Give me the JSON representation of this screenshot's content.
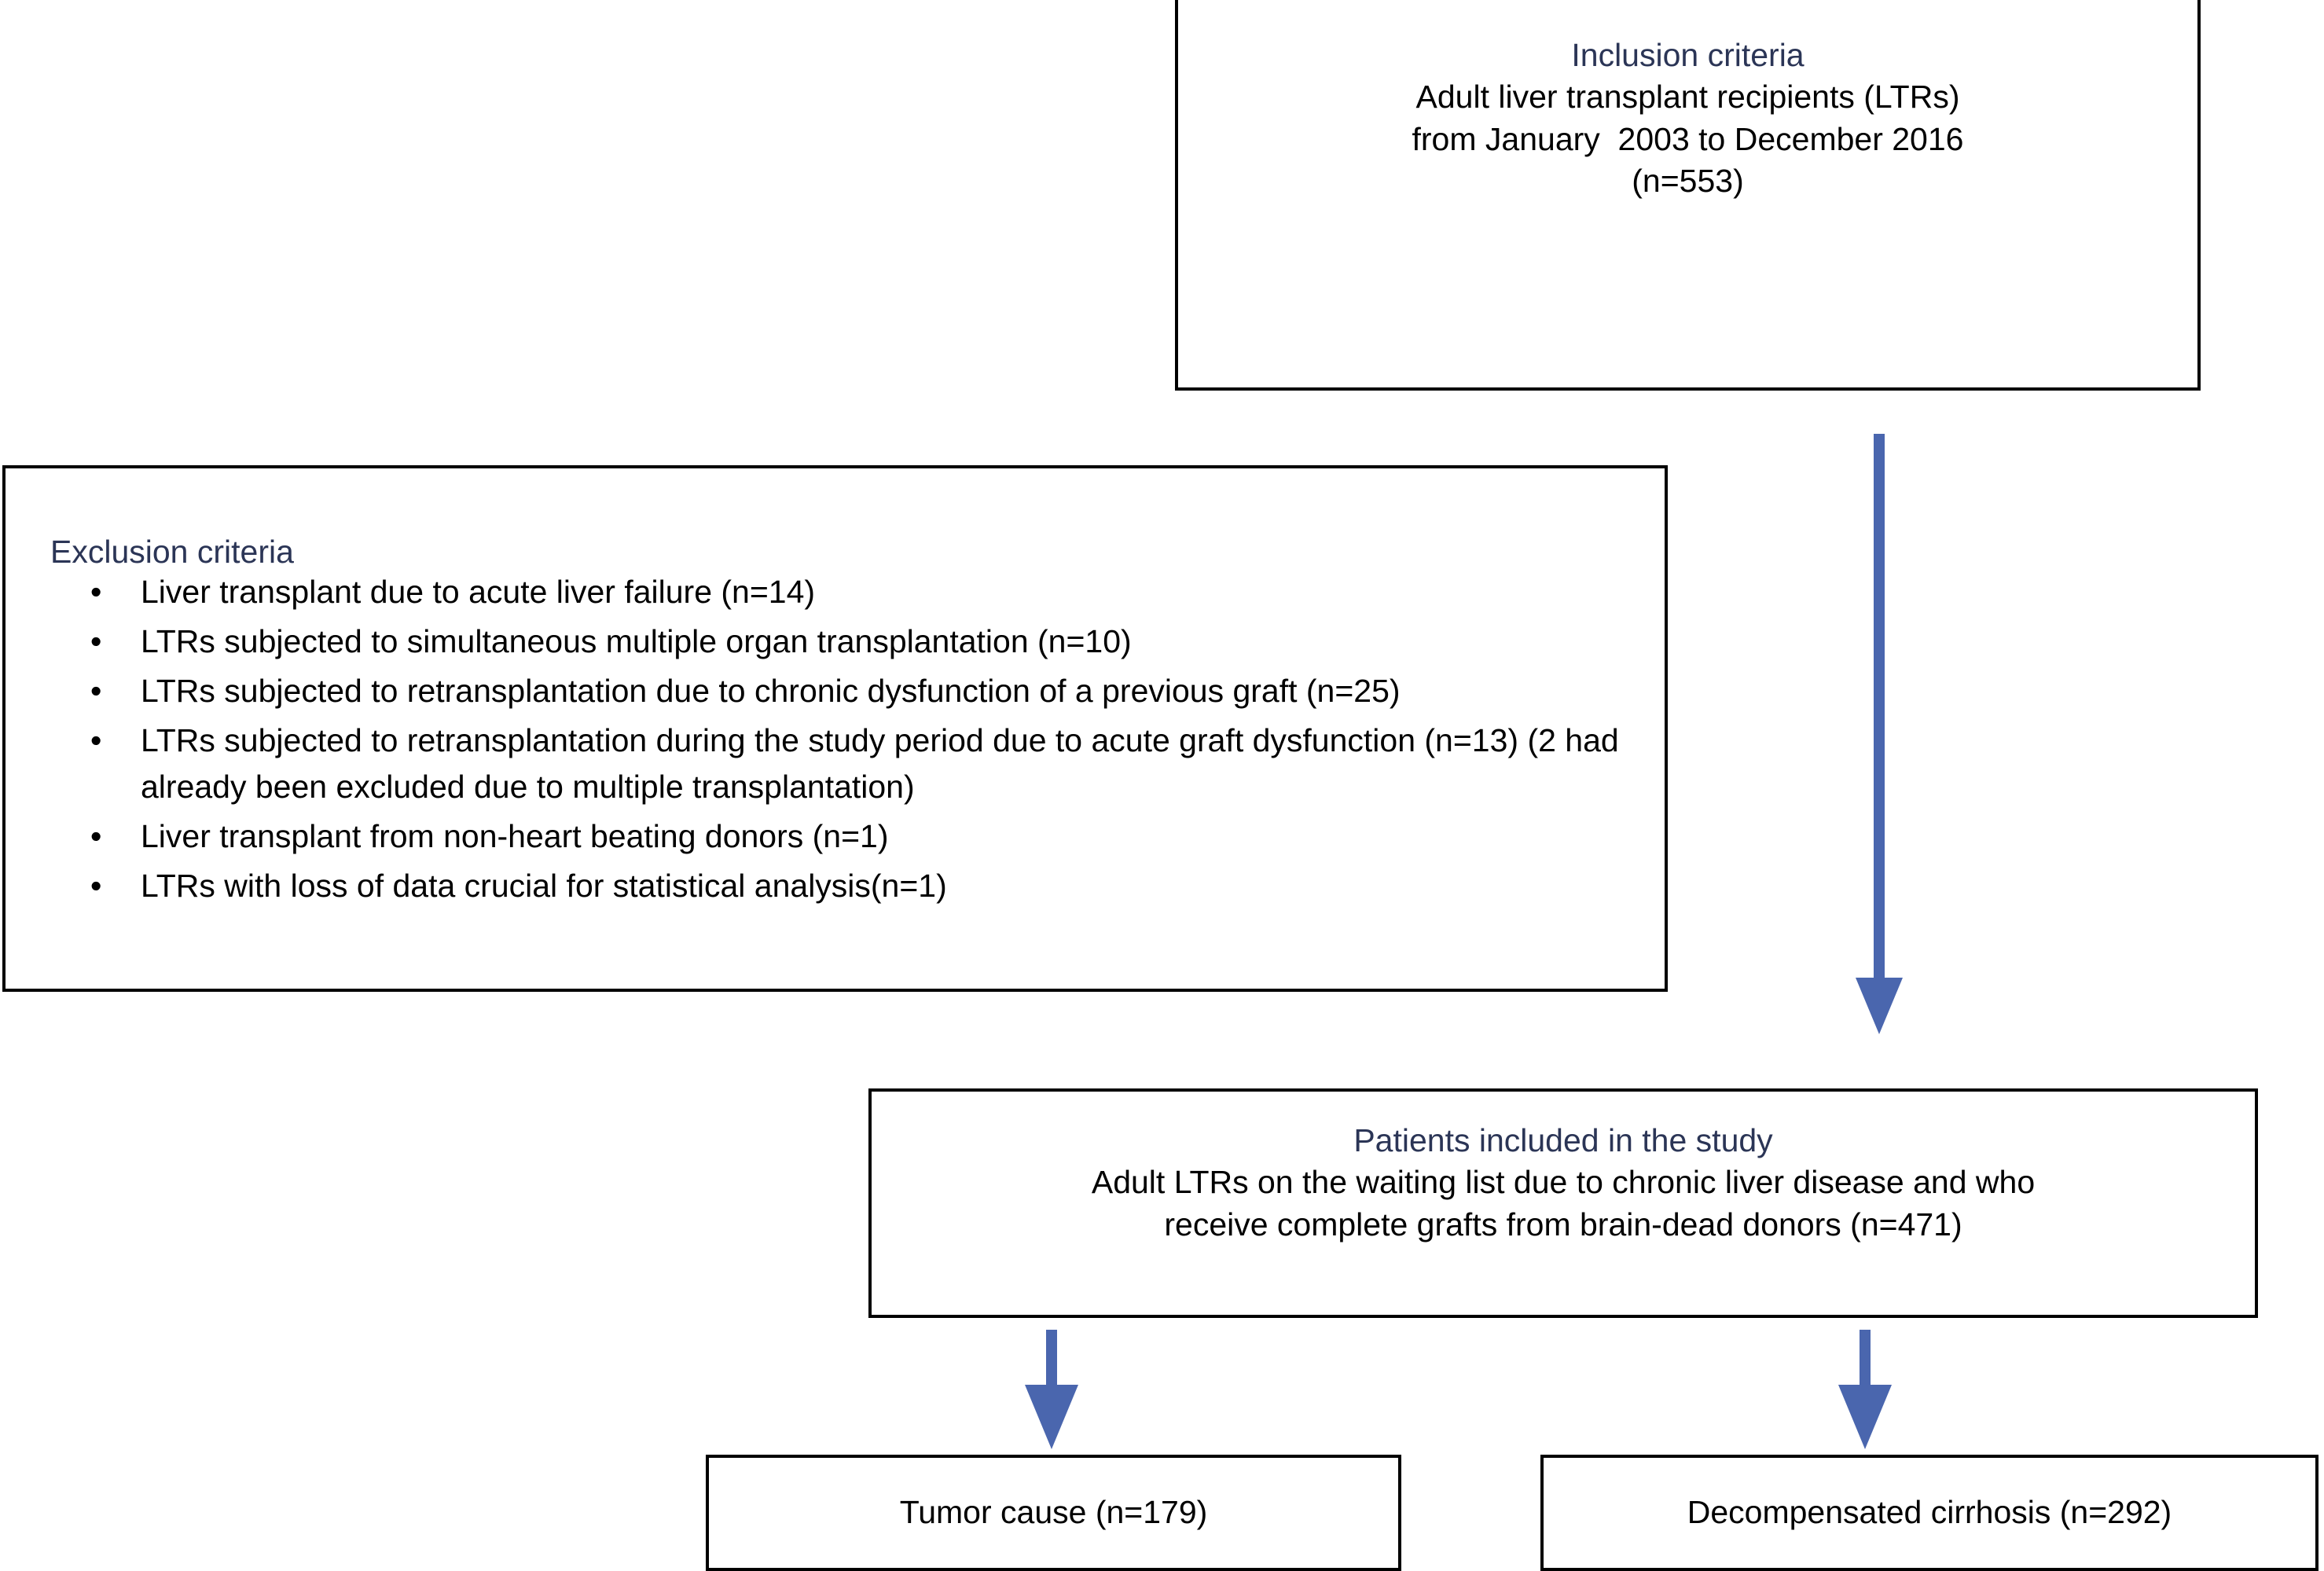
{
  "colors": {
    "heading_blue": "#2b3556",
    "arrow_blue": "#4a66ae",
    "box_border": "#000000",
    "body_text": "#000000",
    "background": "#ffffff"
  },
  "inclusion": {
    "heading": "Inclusion criteria",
    "lines": [
      "Adult liver transplant recipients (LTRs)",
      "from January  2003 to December 2016",
      "(n=553)"
    ],
    "count": 553
  },
  "exclusion": {
    "heading": "Exclusion criteria",
    "bullet_glyph": "•",
    "items": [
      "Liver transplant due to acute liver failure (n=14)",
      "LTRs subjected to simultaneous multiple organ transplantation (n=10)",
      "LTRs subjected to retransplantation due to chronic dysfunction of a previous graft (n=25)",
      "LTRs subjected to retransplantation during the study period due to acute graft dysfunction (n=13) (2 had already been excluded due to multiple transplantation)",
      "Liver transplant from non-heart beating donors (n=1)",
      "LTRs with loss of data crucial for statistical analysis(n=1)"
    ],
    "counts": [
      14,
      10,
      25,
      13,
      1,
      1
    ]
  },
  "patients_included": {
    "heading": "Patients included in the study",
    "lines": [
      "Adult LTRs on the waiting list due to chronic liver disease and who",
      "receive complete grafts from brain-dead donors (n=471)"
    ],
    "count": 471
  },
  "outcomes": [
    {
      "label": "Tumor cause (n=179)",
      "count": 179
    },
    {
      "label": "Decompensated cirrhosis (n=292)",
      "count": 292
    }
  ],
  "arrows": {
    "main": "down-arrow-inclusion-to-included",
    "left": "down-arrow-included-to-tumor",
    "right": "down-arrow-included-to-decompensated"
  }
}
